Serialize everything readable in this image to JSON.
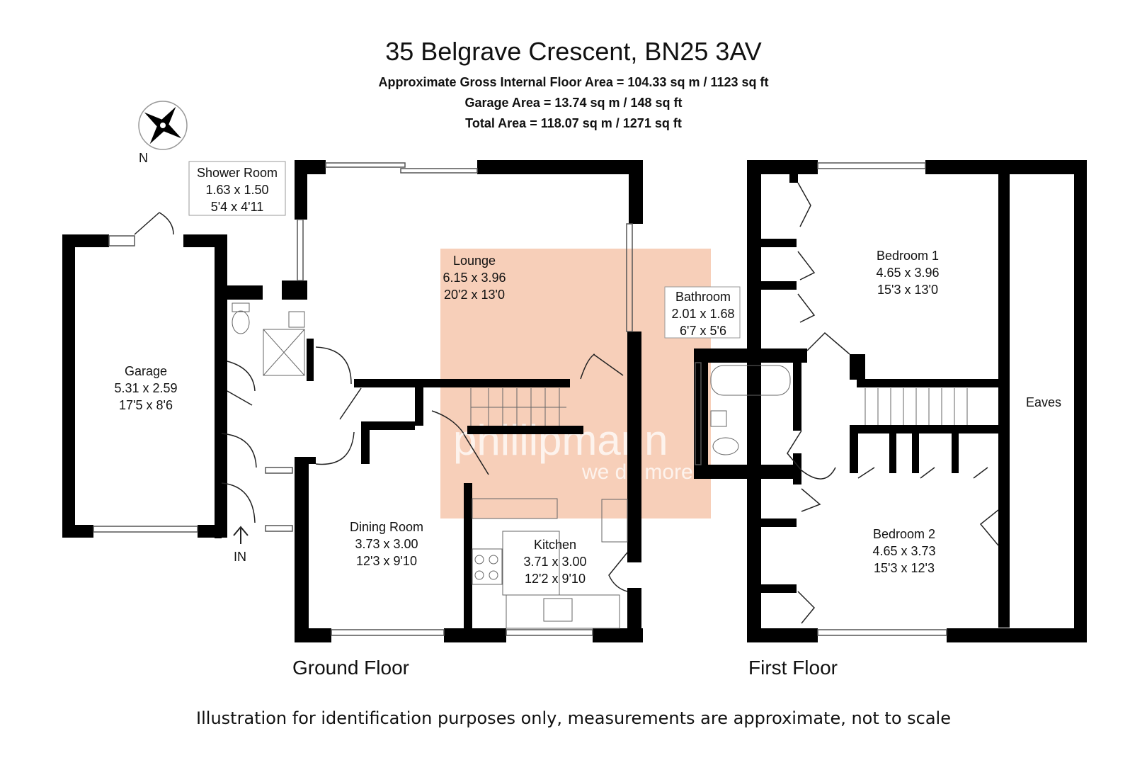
{
  "header": {
    "title": "35 Belgrave Crescent, BN25 3AV",
    "gross_area": "Approximate Gross Internal Floor Area = 104.33 sq m / 1123 sq ft",
    "garage_area": "Garage Area = 13.74 sq m / 148 sq ft",
    "total_area": "Total Area = 118.07 sq m / 1271 sq ft"
  },
  "compass": {
    "label": "N",
    "icon": "compass-rose-icon"
  },
  "entrance": {
    "label": "IN",
    "icon": "arrow-up-icon"
  },
  "watermark": {
    "brand": "phillipmann",
    "tagline": "we do more",
    "color": "#f6c7ad"
  },
  "ground_floor": {
    "label": "Ground Floor",
    "rooms": [
      {
        "name": "Shower Room",
        "metric": "1.63 x 1.50",
        "imperial": "5'4 x 4'11"
      },
      {
        "name": "Lounge",
        "metric": "6.15 x 3.96",
        "imperial": "20'2 x 13'0"
      },
      {
        "name": "Garage",
        "metric": "5.31 x 2.59",
        "imperial": "17'5 x 8'6"
      },
      {
        "name": "Dining Room",
        "metric": "3.73 x 3.00",
        "imperial": "12'3 x 9'10"
      },
      {
        "name": "Kitchen",
        "metric": "3.71 x 3.00",
        "imperial": "12'2 x 9'10"
      }
    ]
  },
  "first_floor": {
    "label": "First Floor",
    "rooms": [
      {
        "name": "Bathroom",
        "metric": "2.01 x 1.68",
        "imperial": "6'7 x 5'6"
      },
      {
        "name": "Bedroom 1",
        "metric": "4.65 x 3.96",
        "imperial": "15'3 x 13'0"
      },
      {
        "name": "Bedroom 2",
        "metric": "4.65 x 3.73",
        "imperial": "15'3 x 12'3"
      },
      {
        "name": "Eaves"
      }
    ]
  },
  "disclaimer": "Illustration for identification purposes only, measurements are approximate, not to scale",
  "colors": {
    "wall": "#000000",
    "watermark_box": "#f6c7ad"
  }
}
